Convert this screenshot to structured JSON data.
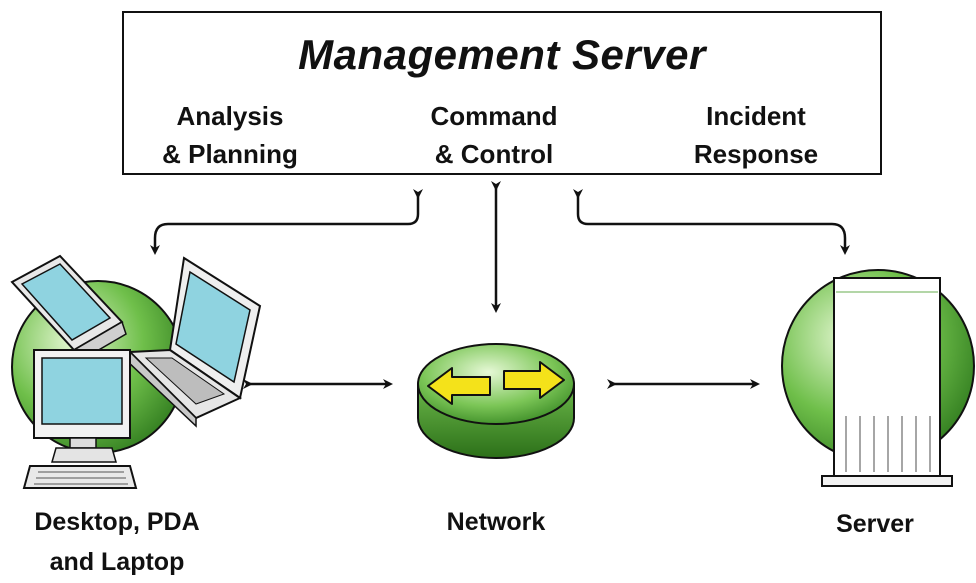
{
  "management_server": {
    "title": "Management Server",
    "functions": [
      "Analysis\n& Planning",
      "Command\n& Control",
      "Incident\nResponse"
    ]
  },
  "nodes": {
    "clients": {
      "label": "Desktop, PDA\nand Laptop",
      "icon": "desktop-laptop-pda-icon"
    },
    "network": {
      "label": "Network",
      "icon": "router-icon"
    },
    "server": {
      "label": "Server",
      "icon": "server-tower-icon"
    }
  },
  "colors": {
    "green_dark": "#2f7a1e",
    "green_light": "#d6f0c0",
    "arrow_yellow": "#f4e21a",
    "outline": "#111111"
  }
}
